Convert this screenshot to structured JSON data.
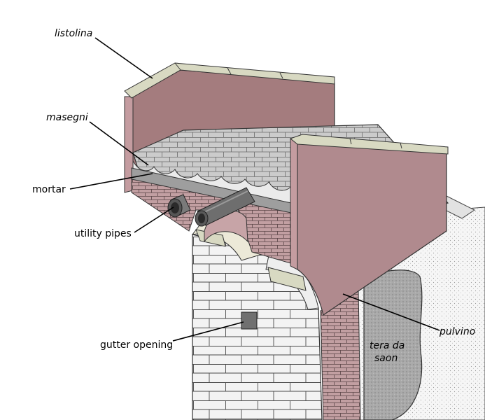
{
  "labels": {
    "listolina": "listolina",
    "masegni": "masegni",
    "mortar": "mortar",
    "utility_pipes": "utility pipes",
    "gutter_opening": "gutter opening",
    "pulvino": "pulvino",
    "tera_line1": "tera da",
    "tera_line2": "saon"
  },
  "colors": {
    "wall_pink": "#b08a8e",
    "wall_pink_dark": "#a07a7c",
    "capstone": "#d8d9c2",
    "paving": "#c8c8c8",
    "brick": "#c09ea0",
    "stone_block": "#f2f2f2",
    "fill_earth": "#a8a8a8",
    "pipe": "#6a6a6a",
    "ground": "#f4f4f4"
  }
}
